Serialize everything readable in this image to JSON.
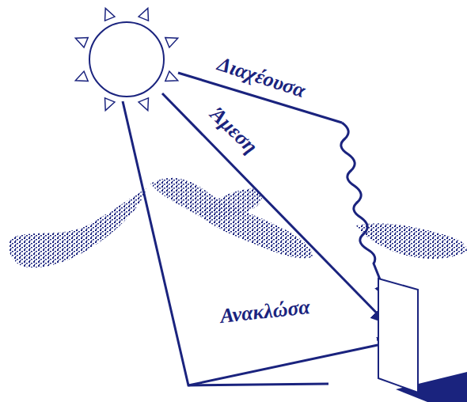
{
  "diagram": {
    "labels": [
      "Διαχέουσα",
      "Άμεση",
      "Ανακλώσα"
    ]
  }
}
